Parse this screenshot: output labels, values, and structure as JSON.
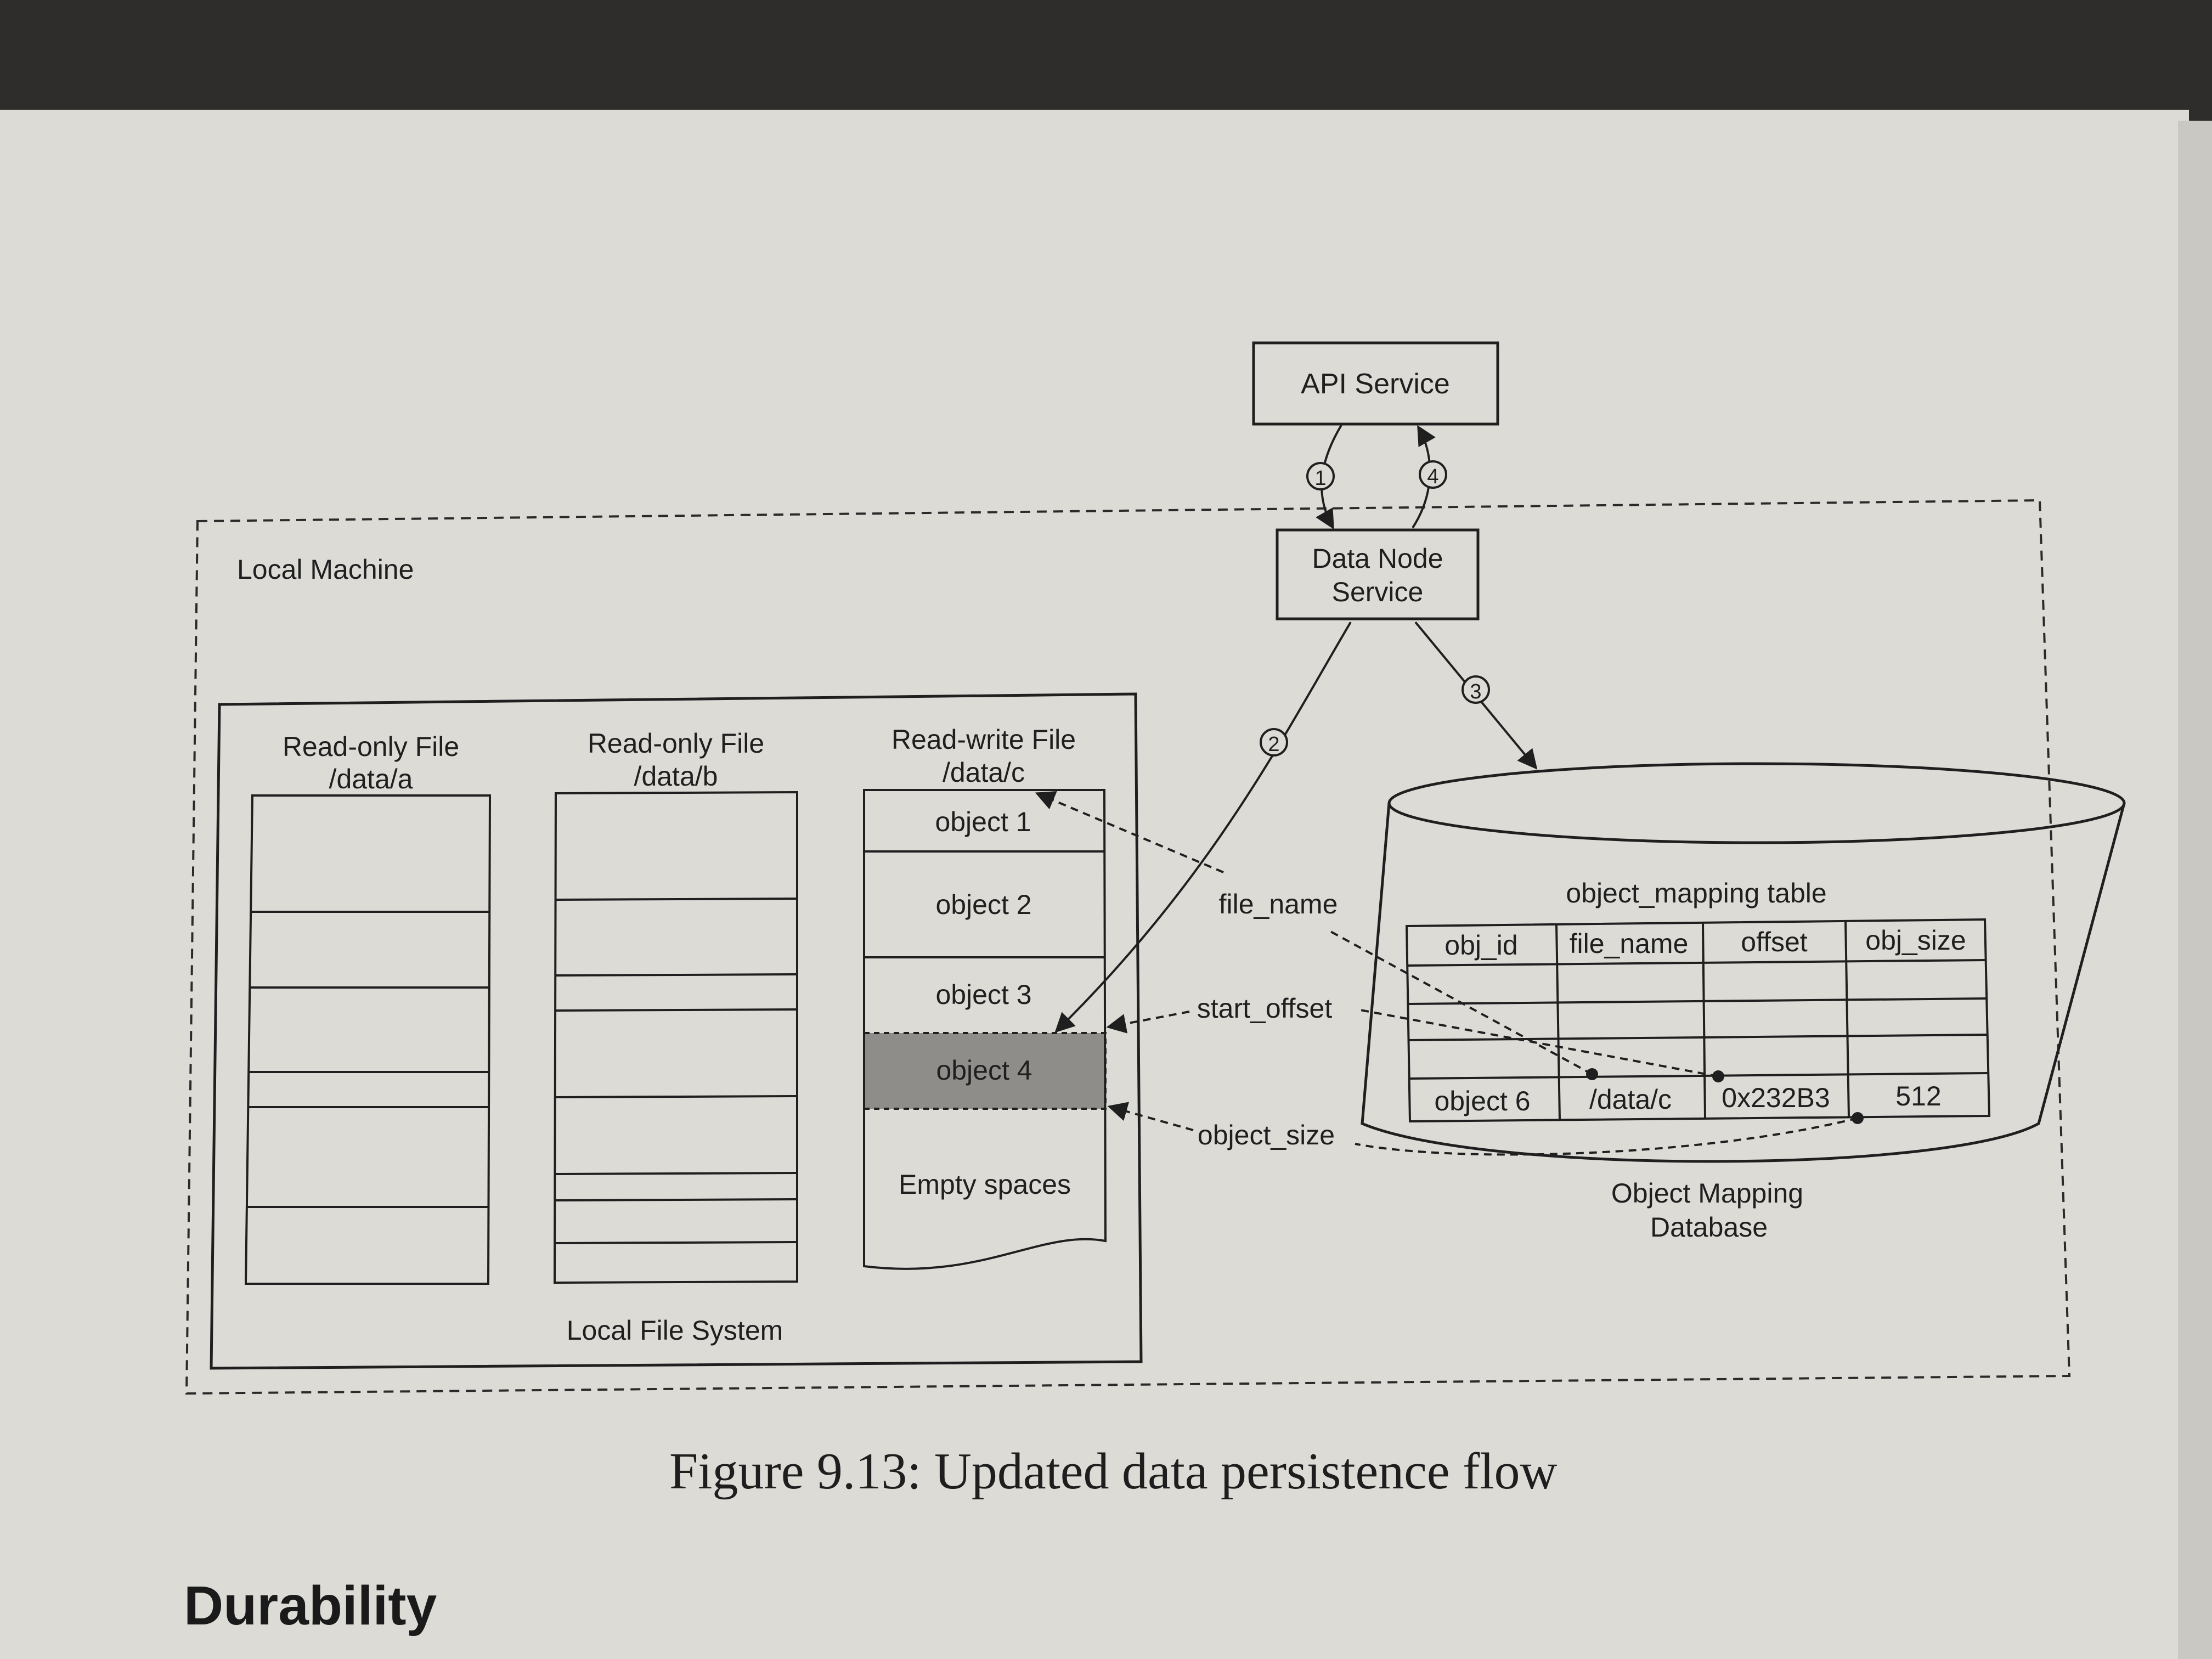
{
  "diagram": {
    "api_service": "API Service",
    "data_node_service": [
      "Data Node",
      "Service"
    ],
    "local_machine": "Local Machine",
    "local_file_system": "Local File System",
    "files": [
      {
        "title": "Read-only File",
        "path": "/data/a"
      },
      {
        "title": "Read-only File",
        "path": "/data/b"
      },
      {
        "title": "Read-write File",
        "path": "/data/c"
      }
    ],
    "rw_objects": [
      "object 1",
      "object 2",
      "object 3",
      "object 4"
    ],
    "empty_spaces": "Empty spaces",
    "steps": [
      "1",
      "2",
      "3",
      "4"
    ],
    "pointer_labels": {
      "file_name": "file_name",
      "start_offset": "start_offset",
      "object_size": "object_size"
    },
    "table": {
      "title": "object_mapping table",
      "headers": [
        "obj_id",
        "file_name",
        "offset",
        "obj_size"
      ],
      "row": [
        "object 6",
        "/data/c",
        "0x232B3",
        "512"
      ]
    },
    "database": [
      "Object Mapping",
      "Database"
    ]
  },
  "caption": "Figure 9.13: Updated data persistence flow",
  "next_heading": "Durability",
  "colors": {
    "page": "#dcdbd6",
    "ink": "#1f1f1f",
    "highlight": "#8e8d89"
  }
}
